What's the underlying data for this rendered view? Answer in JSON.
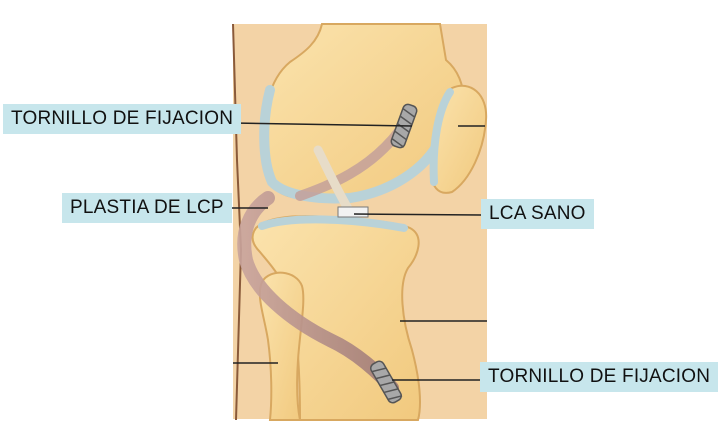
{
  "labels": {
    "screw_top": "TORNILLO DE FIJACION",
    "pcl_graft": "PLASTIA DE LCP",
    "acl": "LCA SANO",
    "screw_bottom": "TORNILLO DE FIJACION"
  },
  "colors": {
    "background": "#ffffff",
    "label_bg": "#c7e6ec",
    "bone": "#f7d596",
    "bone_outline": "#d8a860",
    "cartilage": "#b9d2d8",
    "graft": "#b9908a",
    "screw": "#a8a8a8",
    "leader_line": "#222222"
  }
}
